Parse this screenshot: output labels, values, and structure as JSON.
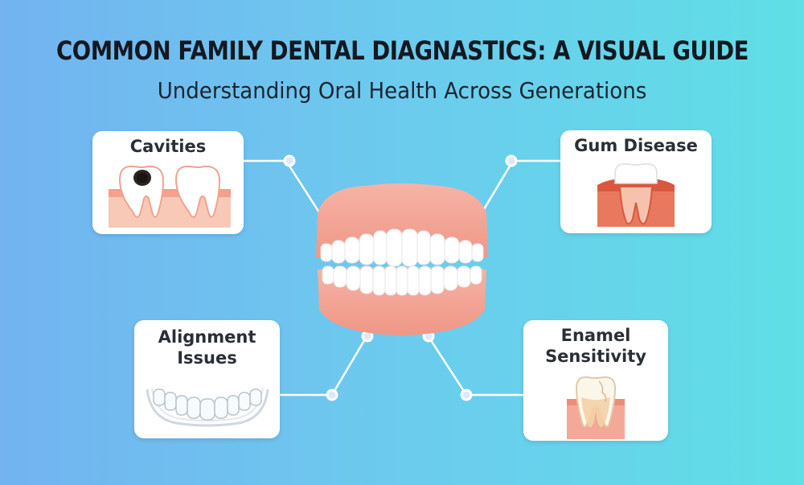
{
  "header": {
    "title": "COMMON FAMILY DENTAL DIAGNASTICS: A VISUAL GUIDE",
    "subtitle": "Understanding Oral Health Across Generations"
  },
  "cards": {
    "cavities": {
      "label": "Cavities"
    },
    "gum_disease": {
      "label": "Gum Disease"
    },
    "alignment": {
      "line1": "Alignment",
      "line2": "Issues"
    },
    "enamel": {
      "line1": "Enamel",
      "line2": "Sensitivity"
    }
  },
  "icons": [
    "cavity-tooth-icon",
    "gum-disease-tooth-icon",
    "aligner-tray-icon",
    "sensitive-tooth-icon",
    "denture-model-icon"
  ],
  "colors": {
    "bg_left": "#72b3f0",
    "bg_right": "#5fdfe6",
    "gum": "#f4a494",
    "tooth": "#ffffff",
    "connector": "#ffffff"
  }
}
